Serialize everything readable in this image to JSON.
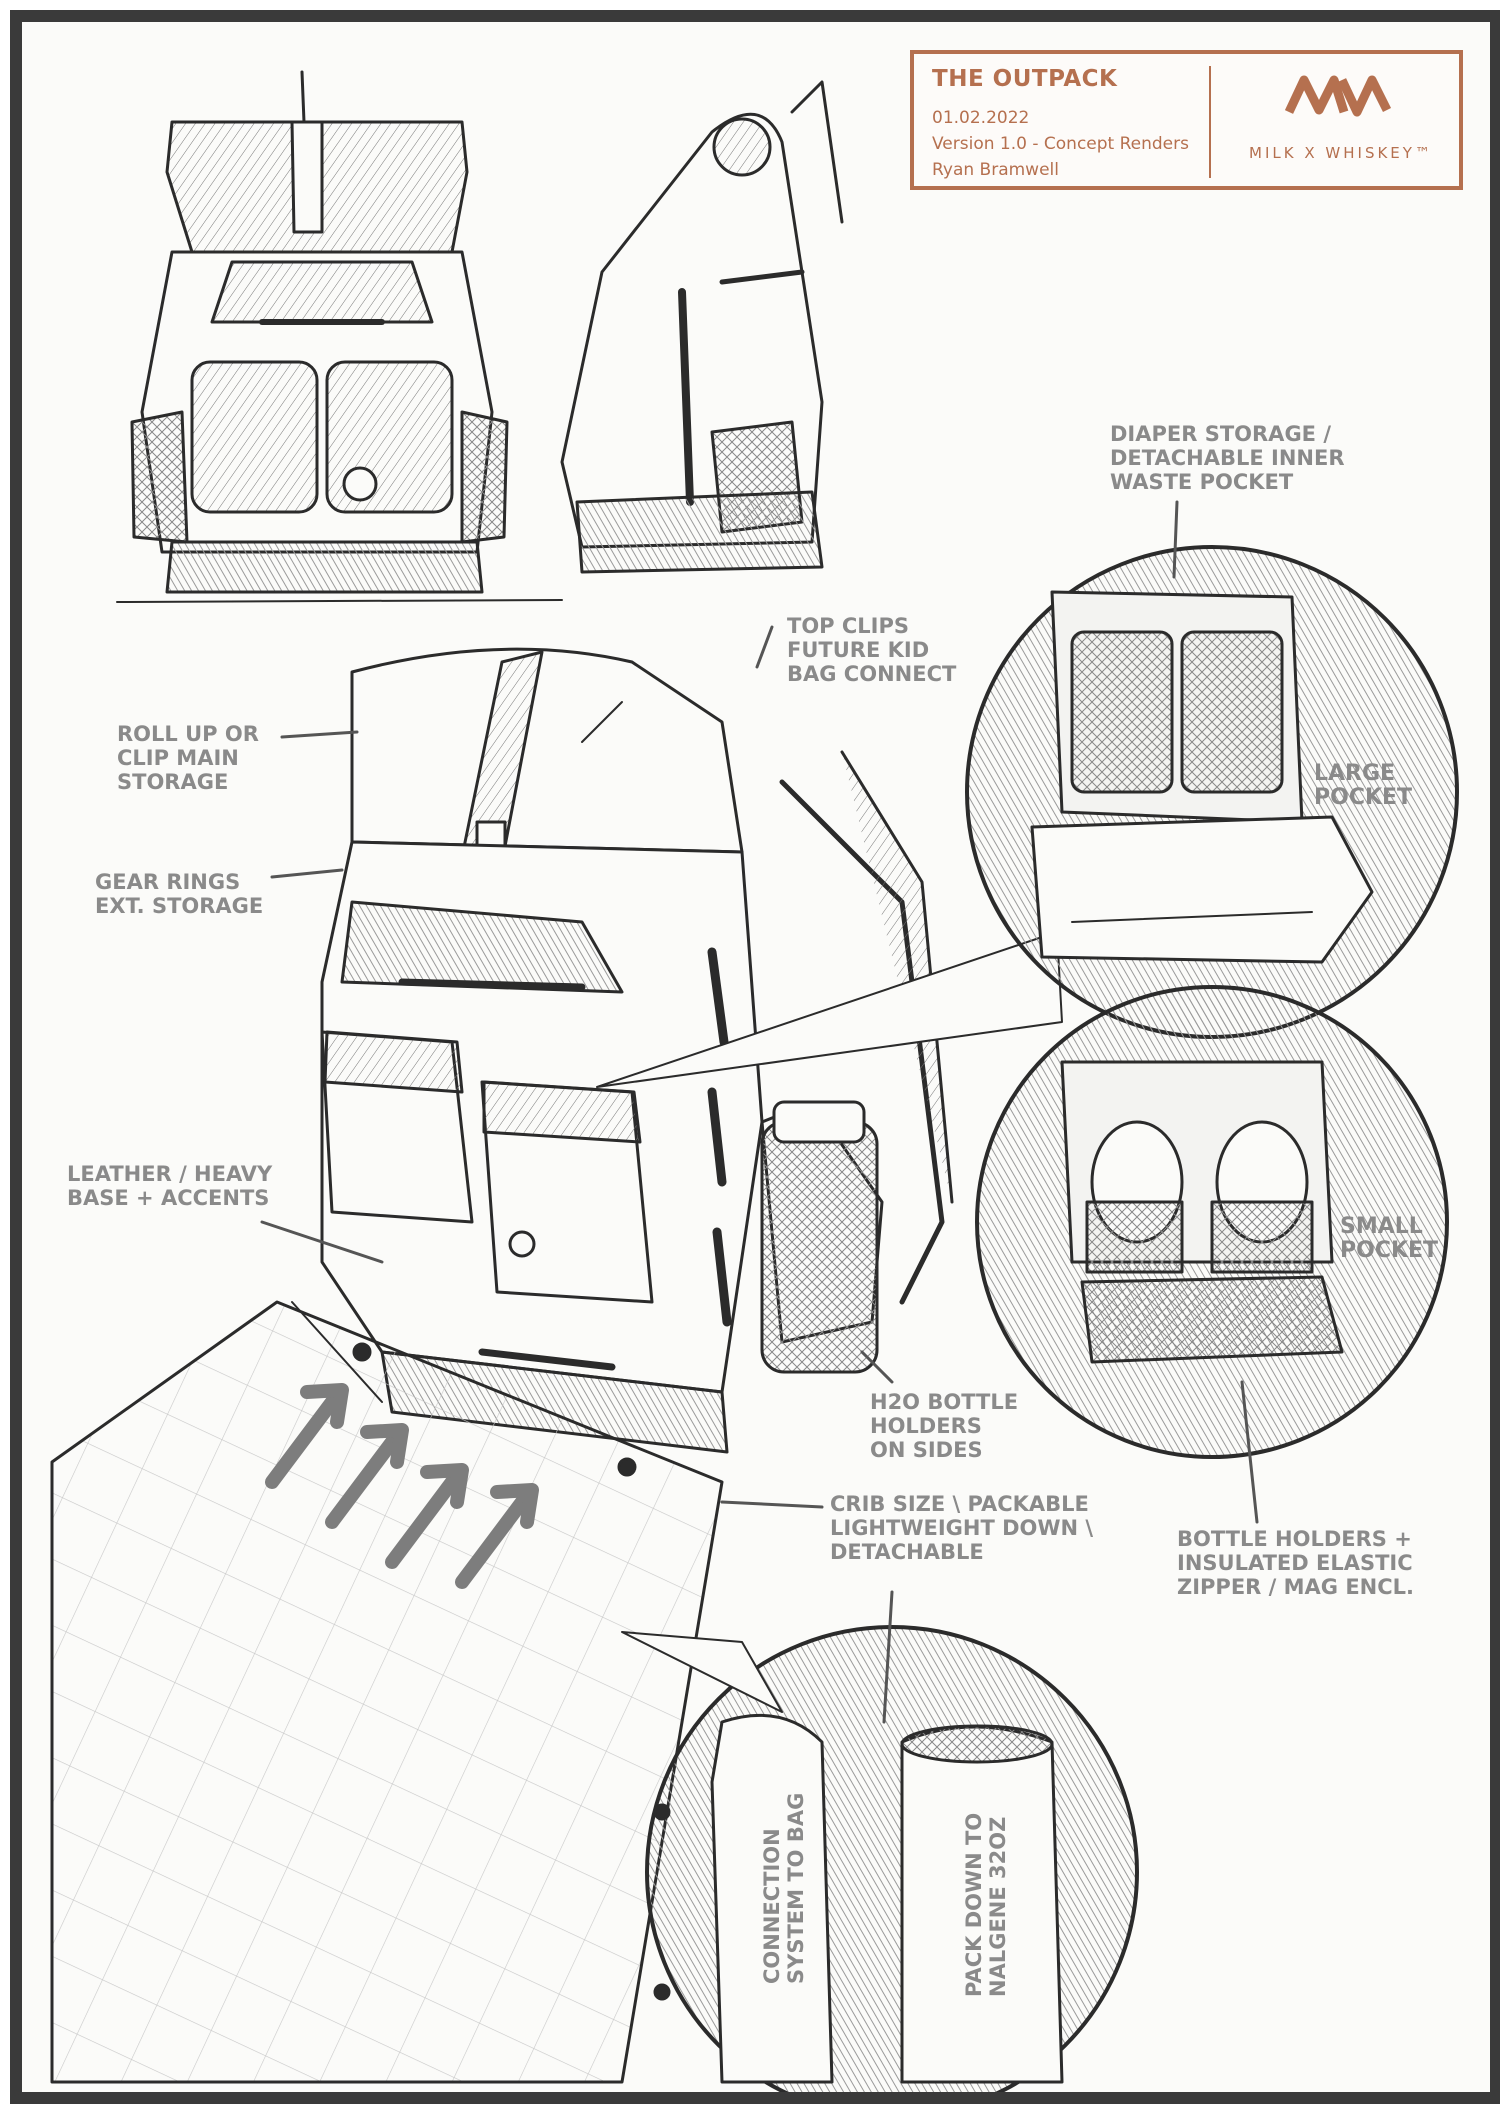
{
  "title_block": {
    "title": "THE OUTPACK",
    "date": "01.02.2022",
    "version": "Version 1.0 - Concept Renders",
    "author": "Ryan Bramwell",
    "brand": "MILK X WHISKEY™",
    "accent_color": "#b5704f"
  },
  "annotations": {
    "diaper_storage": "DIAPER STORAGE /\nDETACHABLE INNER\nWASTE POCKET",
    "top_clips": "TOP CLIPS\nFUTURE KID\nBAG CONNECT",
    "roll_up": "ROLL UP OR\nCLIP MAIN\nSTORAGE",
    "gear_rings": "GEAR RINGS\nEXT. STORAGE",
    "large_pocket": "LARGE\nPOCKET",
    "small_pocket": "SMALL\nPOCKET",
    "leather_base": "LEATHER / HEAVY\nBASE + ACCENTS",
    "h2o_bottle": "H2O BOTTLE\nHOLDERS\nON SIDES",
    "crib_size": "CRIB SIZE \\ PACKABLE\nLIGHTWEIGHT DOWN \\\nDETACHABLE",
    "bottle_holders": "BOTTLE HOLDERS +\nINSULATED ELASTIC\nZIPPER / MAG ENCL.",
    "connection_system": "CONNECTION\nSYSTEM TO BAG",
    "pack_down": "PACK DOWN TO\nNALGENE 32OZ"
  },
  "colors": {
    "frame": "#3a3a3a",
    "annotation_text": "#8a8a8a",
    "sketch_line": "#2b2b2b",
    "arrow_gray": "#7d7d7d"
  }
}
